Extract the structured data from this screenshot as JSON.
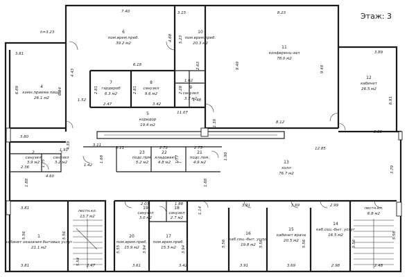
{
  "floor_label": "Этаж: 3",
  "height_label": "h=3.23",
  "rooms": [
    {
      "id": "r1",
      "number": "1",
      "name": "кабинет оказания бытовых услуг",
      "area": "21.1 м2"
    },
    {
      "id": "r2",
      "number": "2",
      "name": "санузел",
      "area": "3.9 м2"
    },
    {
      "id": "r3",
      "number": "3",
      "name": "санузел",
      "area": "3.2 м2"
    },
    {
      "id": "r4",
      "number": "4",
      "name": "комн.приема пищи",
      "area": "26.1 м2"
    },
    {
      "id": "r5",
      "number": "5",
      "name": "коридор",
      "area": "19.4 м2"
    },
    {
      "id": "r6",
      "number": "6",
      "name": "пом.врем.преб.",
      "area": "39.2 м2"
    },
    {
      "id": "r7",
      "number": "7",
      "name": "гардероб",
      "area": "6.3 м2"
    },
    {
      "id": "r8",
      "number": "8",
      "name": "санузел",
      "area": "9.6 м2"
    },
    {
      "id": "r9",
      "number": "9",
      "name": "санузел",
      "area": "3.7 м2"
    },
    {
      "id": "r10",
      "number": "10",
      "name": "пом.врем.преб.",
      "area": "20.3 м2"
    },
    {
      "id": "r11",
      "number": "11",
      "name": "конференц-зал",
      "area": "78.0 м2"
    },
    {
      "id": "r12",
      "number": "12",
      "name": "кабинет",
      "area": "26.5 м2"
    },
    {
      "id": "r13",
      "number": "13",
      "name": "холл",
      "area": "76.7 м2"
    },
    {
      "id": "r14",
      "number": "14",
      "name": "каб.соц.-быт. услуг",
      "area": "16.5 м2"
    },
    {
      "id": "r15",
      "number": "15",
      "name": "кабинет врача",
      "area": "20.5 м2"
    },
    {
      "id": "r16",
      "number": "16",
      "name": "каб.соц.-быт. услуг",
      "area": "19.8 м2"
    },
    {
      "id": "r17",
      "number": "17",
      "name": "пом.врем.преб.",
      "area": "15.3 м2"
    },
    {
      "id": "r18",
      "number": "18",
      "name": "санузел",
      "area": "2.7 м2"
    },
    {
      "id": "r19",
      "number": "19",
      "name": "санузел",
      "area": "3.0 м2"
    },
    {
      "id": "r20",
      "number": "20",
      "name": "пом.врем.преб.",
      "area": "15.9 м2"
    },
    {
      "id": "r21",
      "number": "21",
      "name": "подс.пом.",
      "area": "4.9 м2"
    },
    {
      "id": "r22",
      "number": "22",
      "name": "кладовая",
      "area": "4.8 м2"
    },
    {
      "id": "r23",
      "number": "23",
      "name": "подс.пом.",
      "area": "5.2 м2"
    },
    {
      "id": "stair_left",
      "number": "",
      "name": "лестн.кл.",
      "area": "13.7 м2"
    },
    {
      "id": "stair_right",
      "number": "",
      "name": "лестн.кл.",
      "area": "6.8 м2"
    },
    {
      "id": "r162",
      "number": "1.62",
      "name": "",
      "area": ""
    }
  ],
  "dimensions": [
    "7.40",
    "3.15",
    "8.23",
    "6.18",
    "3.42",
    "2.47",
    "11.07",
    "3.80",
    "4.60",
    "1.91",
    "1.42",
    "3.11",
    "2.72",
    "2.75",
    "8.12",
    "12.85",
    "3.89",
    "3.91",
    "2.07",
    "1.88",
    "3.91",
    "3.69",
    "2.99",
    "3.81",
    "2.47",
    "3.61",
    "3.42",
    "3.91",
    "3.69",
    "2.98",
    "2.48",
    "3.81",
    "6.89",
    "4.43",
    "6.84",
    "2.81",
    "2.81",
    "2.28",
    "1.52",
    "1.48",
    "2.63",
    "9.49",
    "9.49",
    "6.81",
    "5.23",
    "4.68",
    "1.39",
    "4.39",
    "2.36",
    "1.75",
    "1.68",
    "1.77",
    "1.90",
    "1.88",
    "1.88",
    "3.79",
    "5.56",
    "5.56",
    "5.56",
    "5.56",
    "5.56",
    "5.56",
    "5.54",
    "3.94",
    "3.94",
    "5.55",
    "1.14",
    "5.56"
  ]
}
